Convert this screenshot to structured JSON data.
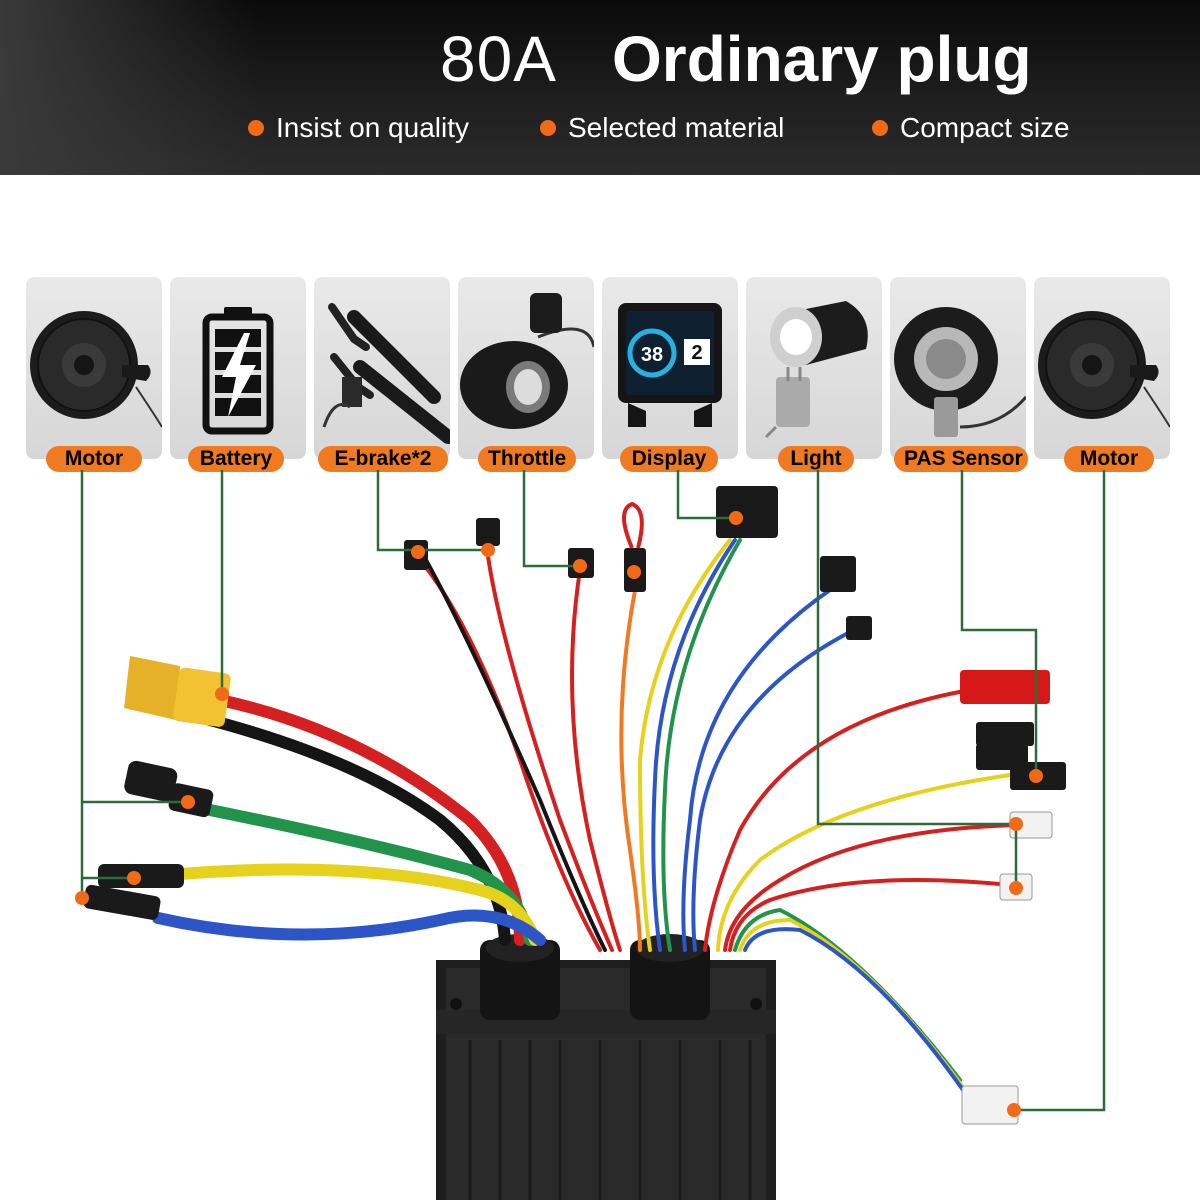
{
  "header": {
    "amperage": "80A",
    "title": "Ordinary plug",
    "features": [
      "Insist on quality",
      "Selected material",
      "Compact size"
    ]
  },
  "components": [
    {
      "label": "Motor",
      "icon": "hub-motor-icon"
    },
    {
      "label": "Battery",
      "icon": "battery-icon"
    },
    {
      "label": "E-brake*2",
      "icon": "brake-lever-icon"
    },
    {
      "label": "Throttle",
      "icon": "thumb-throttle-icon"
    },
    {
      "label": "Display",
      "icon": "lcd-display-icon"
    },
    {
      "label": "Light",
      "icon": "headlight-icon"
    },
    {
      "label": "PAS Sensor",
      "icon": "pas-sensor-icon"
    },
    {
      "label": "Motor",
      "icon": "hub-motor-icon"
    }
  ],
  "display_readout": {
    "speed": "38",
    "gear": "2"
  },
  "colors": {
    "accent": "#f07a22",
    "connector_dot": "#f26a16",
    "leader_line": "#2e6b3a",
    "header_bg": "#1a1a1a"
  }
}
